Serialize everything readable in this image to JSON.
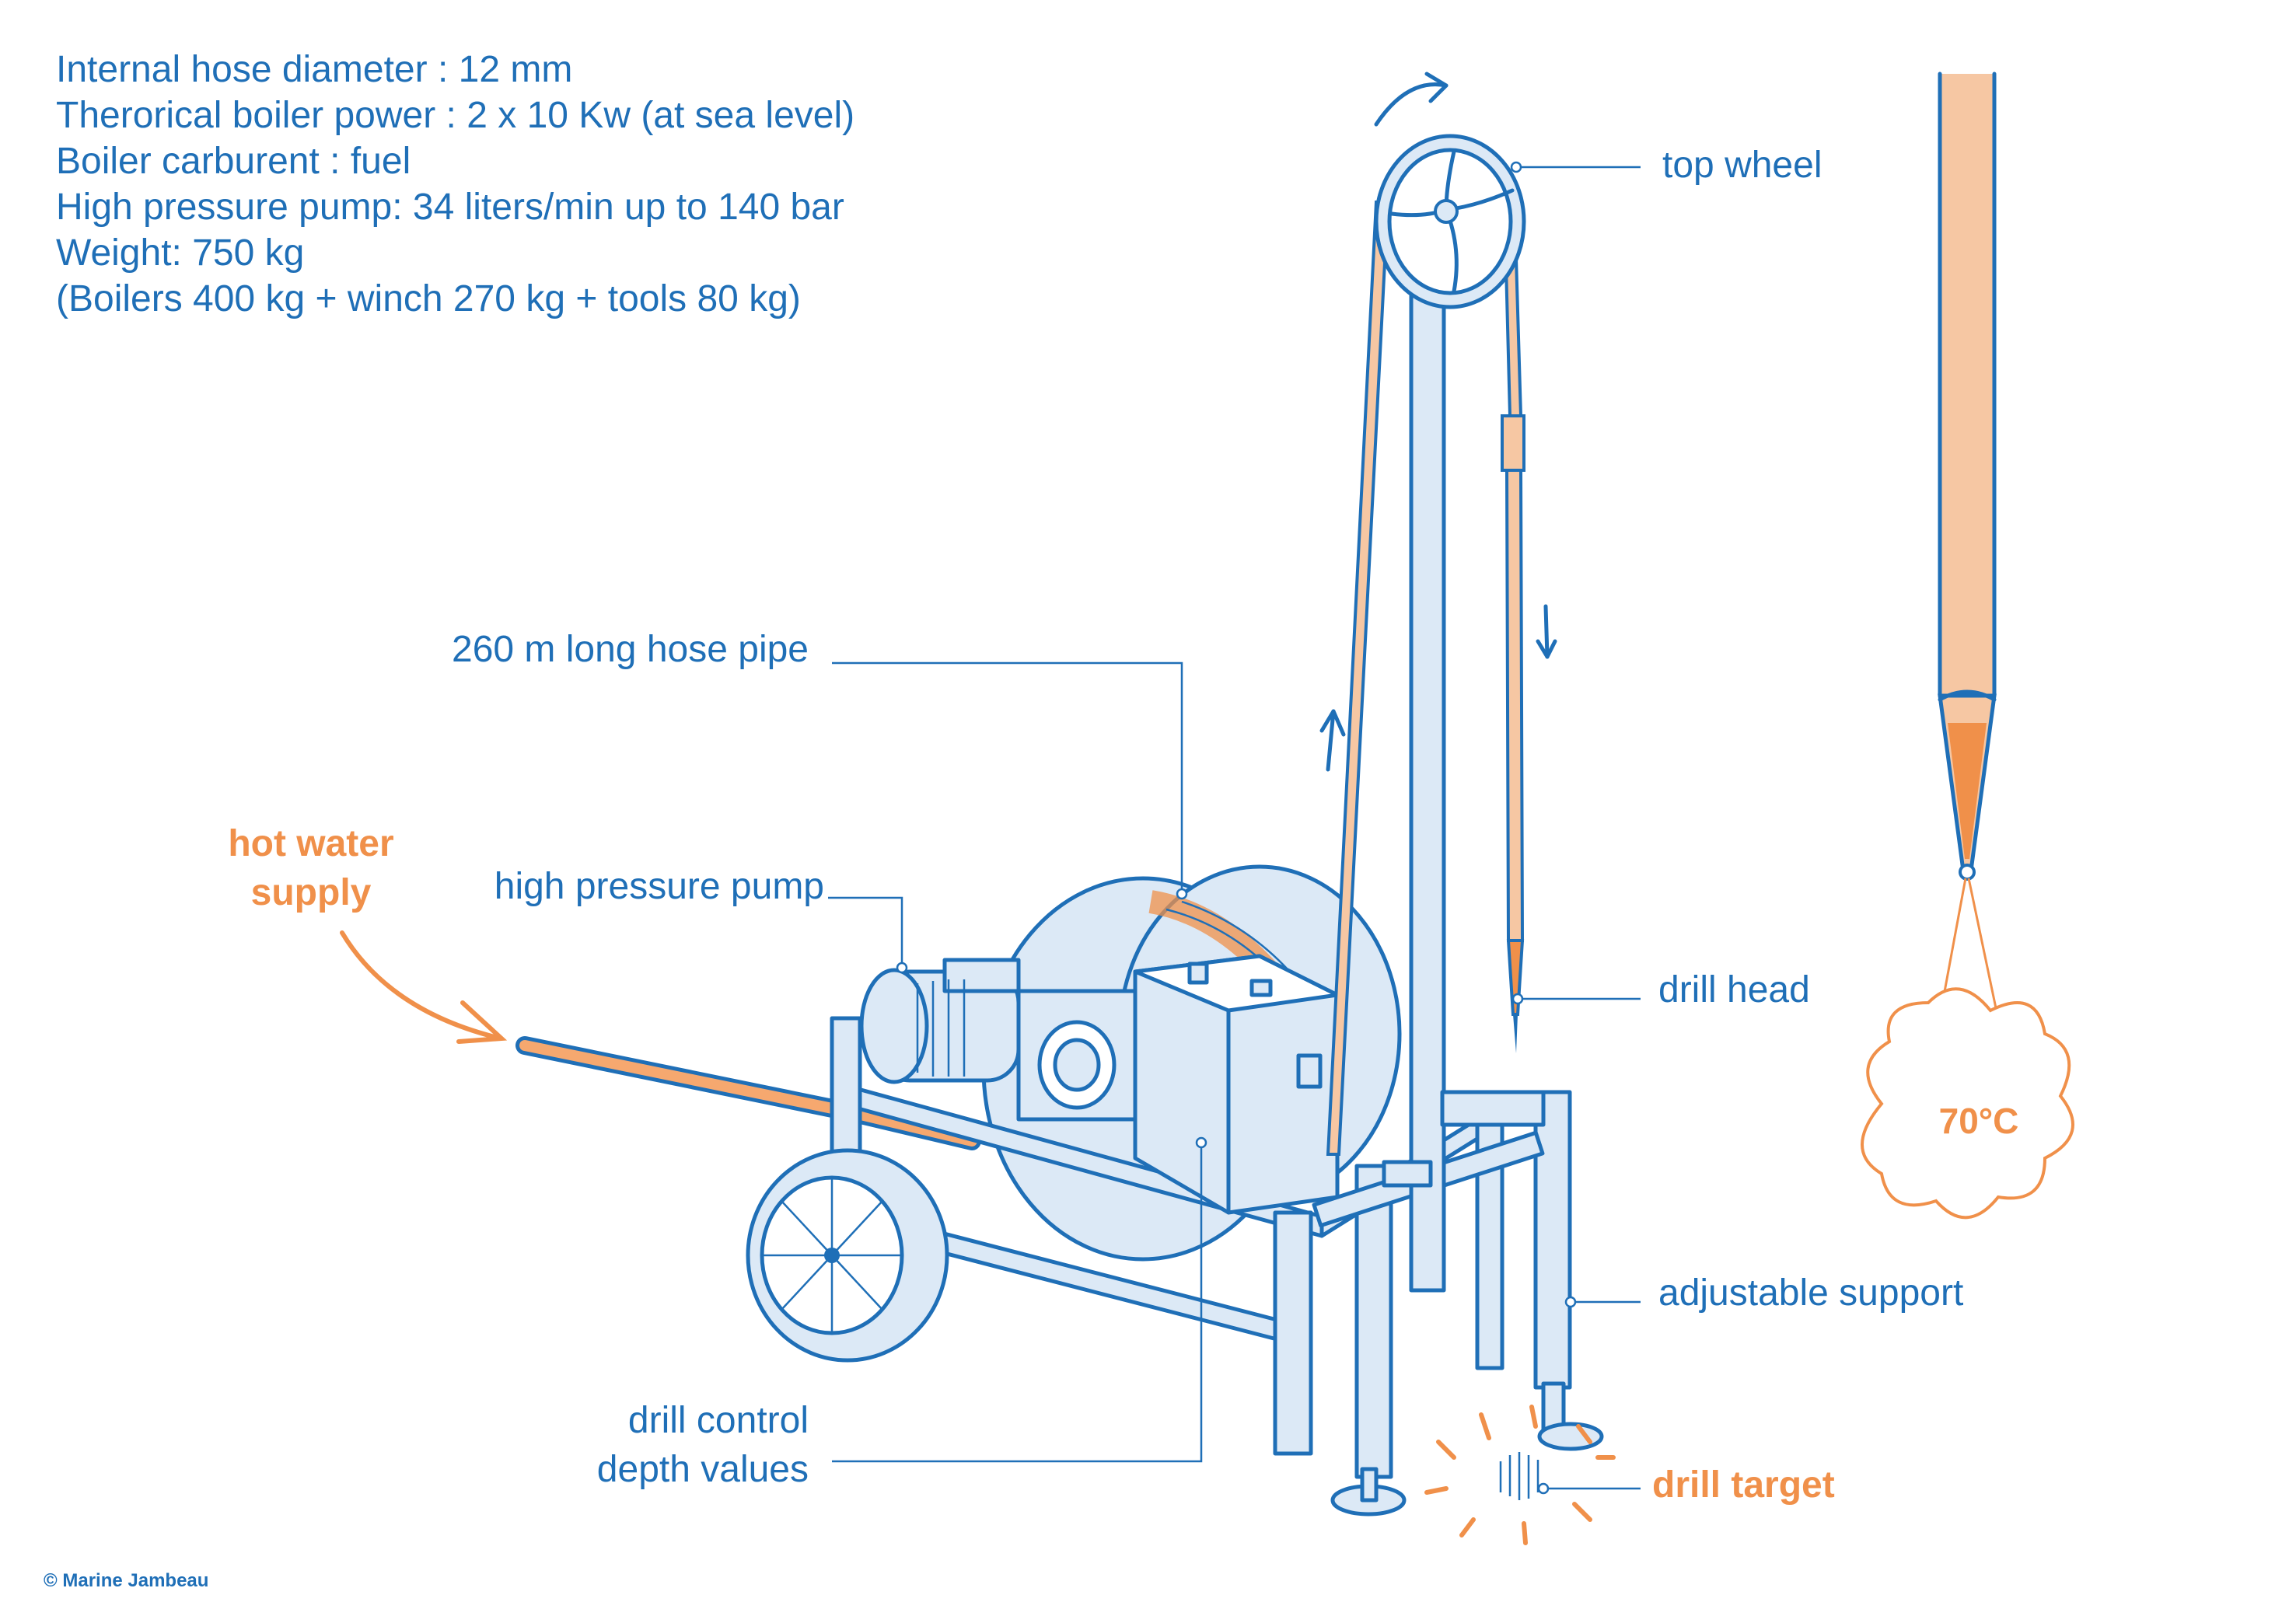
{
  "specs": [
    "Internal hose diameter : 12 mm",
    "Therorical boiler power : 2 x 10 Kw (at sea level)",
    "Boiler carburent : fuel",
    "High pressure pump: 34 liters/min up to 140 bar",
    "Weight: 750 kg",
    "(Boilers 400 kg + winch 270 kg + tools 80 kg)"
  ],
  "labels": {
    "top_wheel": "top wheel",
    "hose_pipe": "260 m long hose pipe",
    "hot_water_line1": "hot water",
    "hot_water_line2": "supply",
    "pump": "high pressure pump",
    "drill_head": "drill head",
    "adjustable_support": "adjustable support",
    "drill_control_line1": "drill control",
    "drill_control_line2": "depth values",
    "drill_target": "drill target",
    "temperature": "70°C"
  },
  "credit": "© Marine Jambeau",
  "colors": {
    "ink": "#1f6fb7",
    "accent": "#f0904a",
    "fill_light": "#dce9f6",
    "pipe_fill": "#f6c7a3"
  }
}
